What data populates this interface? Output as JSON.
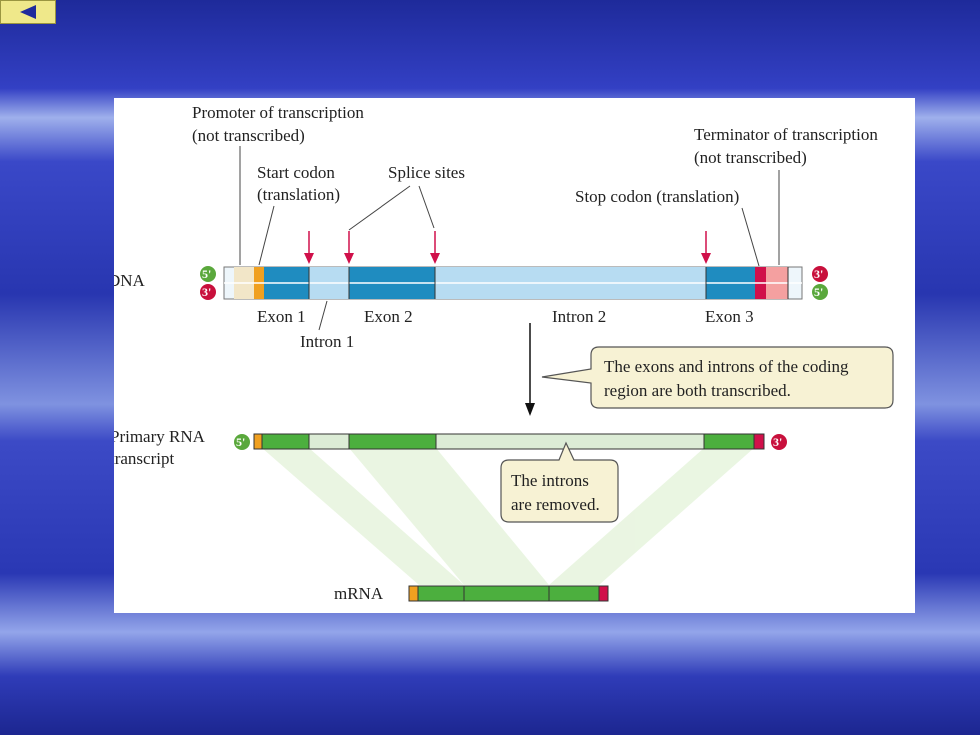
{
  "nav": {
    "back_icon": "triangle-left-icon"
  },
  "diagram": {
    "promoter": [
      "Promoter of transcription",
      "(not transcribed)"
    ],
    "start_codon": [
      "Start codon",
      "(translation)"
    ],
    "splice_sites": "Splice sites",
    "terminator": [
      "Terminator of transcription",
      "(not transcribed)"
    ],
    "stop_codon": "Stop codon (translation)",
    "dna": "DNA",
    "end_5": "5'",
    "end_3": "3'",
    "exon1": "Exon 1",
    "exon2": "Exon 2",
    "exon3": "Exon 3",
    "intron1": "Intron 1",
    "intron2": "Intron 2",
    "callout_transcribed": [
      "The exons and introns of the coding",
      "region are both transcribed."
    ],
    "primary_rna": [
      "Primary RNA",
      "transcript"
    ],
    "callout_removed": [
      "The introns",
      "are removed."
    ],
    "mrna": "mRNA"
  },
  "colors": {
    "exon_dna": "#1f8cc0",
    "intron_dna": "#b7dcf2",
    "exon_rna": "#4caf3e",
    "intron_rna": "#dcecd6",
    "start": "#f0a020",
    "stop": "#d0104a",
    "promoter": "#f2e6c8",
    "terminator": "#f4a0a0",
    "arrow": "#d0104a",
    "callout_fill": "#f7f2d4",
    "end_green": "#5aa83c",
    "end_red": "#c8103c"
  }
}
